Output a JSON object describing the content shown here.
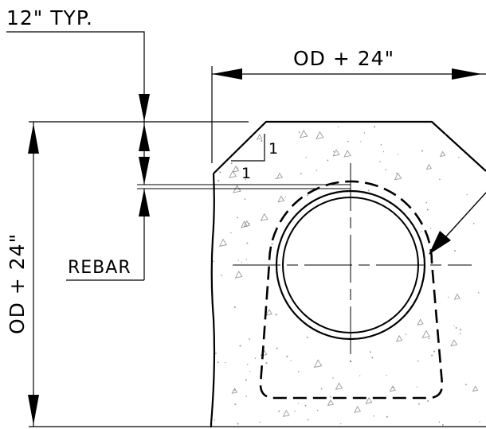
{
  "labels": {
    "typ": "12\" TYP.",
    "od_top": "OD + 24\"",
    "od_side": "OD + 24\"",
    "rebar": "REBAR",
    "slope_v": "1",
    "slope_h": "1"
  },
  "colors": {
    "line": "#000000",
    "background": "#ffffff",
    "aggregate": "#9a9a9a"
  }
}
